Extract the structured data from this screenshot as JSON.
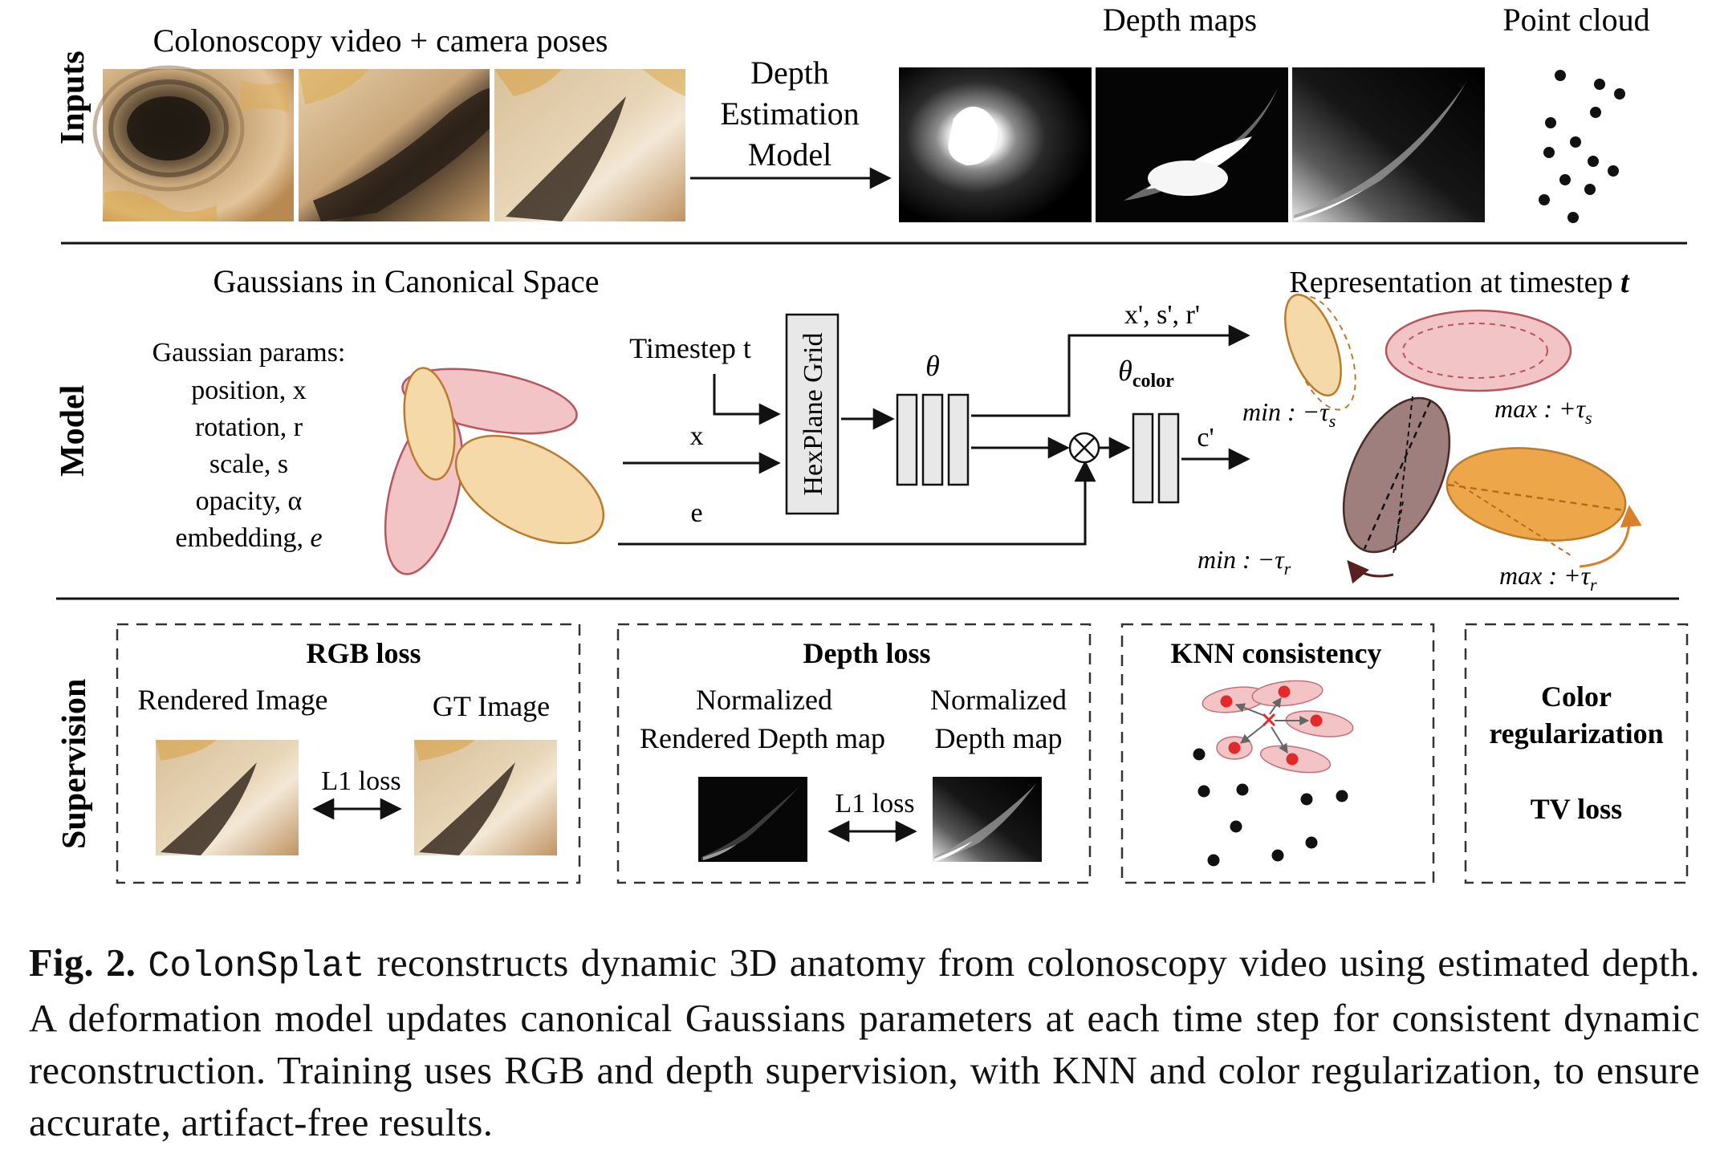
{
  "inputs": {
    "row_label": "Inputs",
    "video_label": "Colonoscopy video + camera poses",
    "depth_model_lines": [
      "Depth",
      "Estimation",
      "Model"
    ],
    "depth_maps_label": "Depth maps",
    "point_cloud_label": "Point cloud"
  },
  "model": {
    "row_label": "Model",
    "canonical_title": "Gaussians in Canonical Space",
    "params_lines": [
      "Gaussian params:",
      "position, x",
      "rotation, r",
      "scale, s",
      "opacity, α",
      "embedding, "
    ],
    "params_embedding_symbol": "e",
    "timestep_label": "Timestep t",
    "x_label": "x",
    "e_label": "e",
    "hexplane_label": "HexPlane Grid",
    "theta_label": "θ",
    "theta_color_label": "θ",
    "theta_color_sub": "color",
    "xsr_label": "x', s', r'",
    "c_label": "c'",
    "representation_title": "Representation at timestep ",
    "representation_t": "t",
    "min_tau_s": "min : −τ",
    "max_tau_s": "max : +τ",
    "min_tau_r": "min : −τ",
    "max_tau_r": "max : +τ",
    "sub_s": "s",
    "sub_r": "r"
  },
  "supervision": {
    "row_label": "Supervision",
    "rgb_title": "RGB loss",
    "rendered_image": "Rendered Image",
    "gt_image": "GT Image",
    "l1_rgb": "L1 loss",
    "depth_title": "Depth loss",
    "norm_rendered_lines": [
      "Normalized",
      "Rendered Depth map"
    ],
    "norm_depth_lines": [
      "Normalized",
      "Depth map"
    ],
    "l1_depth": "L1 loss",
    "knn_title": "KNN consistency",
    "color_reg_lines": [
      "Color",
      "regularization"
    ],
    "tv_loss": "TV loss"
  },
  "caption": {
    "fig_label": "Fig. 2.",
    "method": "ColonSplat",
    "text": " reconstructs dynamic 3D anatomy from colonoscopy video using estimated depth. A deformation model updates canonical Gaussians parameters at each time step for consistent dynamic reconstruction. Training uses RGB and depth supervision, with KNN and color regularization, to ensure accurate, artifact-free results."
  },
  "colors": {
    "pink_fill": "#f2c4c6",
    "pink_stroke": "#b5565d",
    "tan_fill": "#f6d9a8",
    "tan_stroke": "#b97b2e",
    "orange_fill": "#eea64a",
    "brown_fill": "#9f7f7d",
    "red_point": "#e32a2a",
    "grid_gray": "#e8e8e8"
  }
}
